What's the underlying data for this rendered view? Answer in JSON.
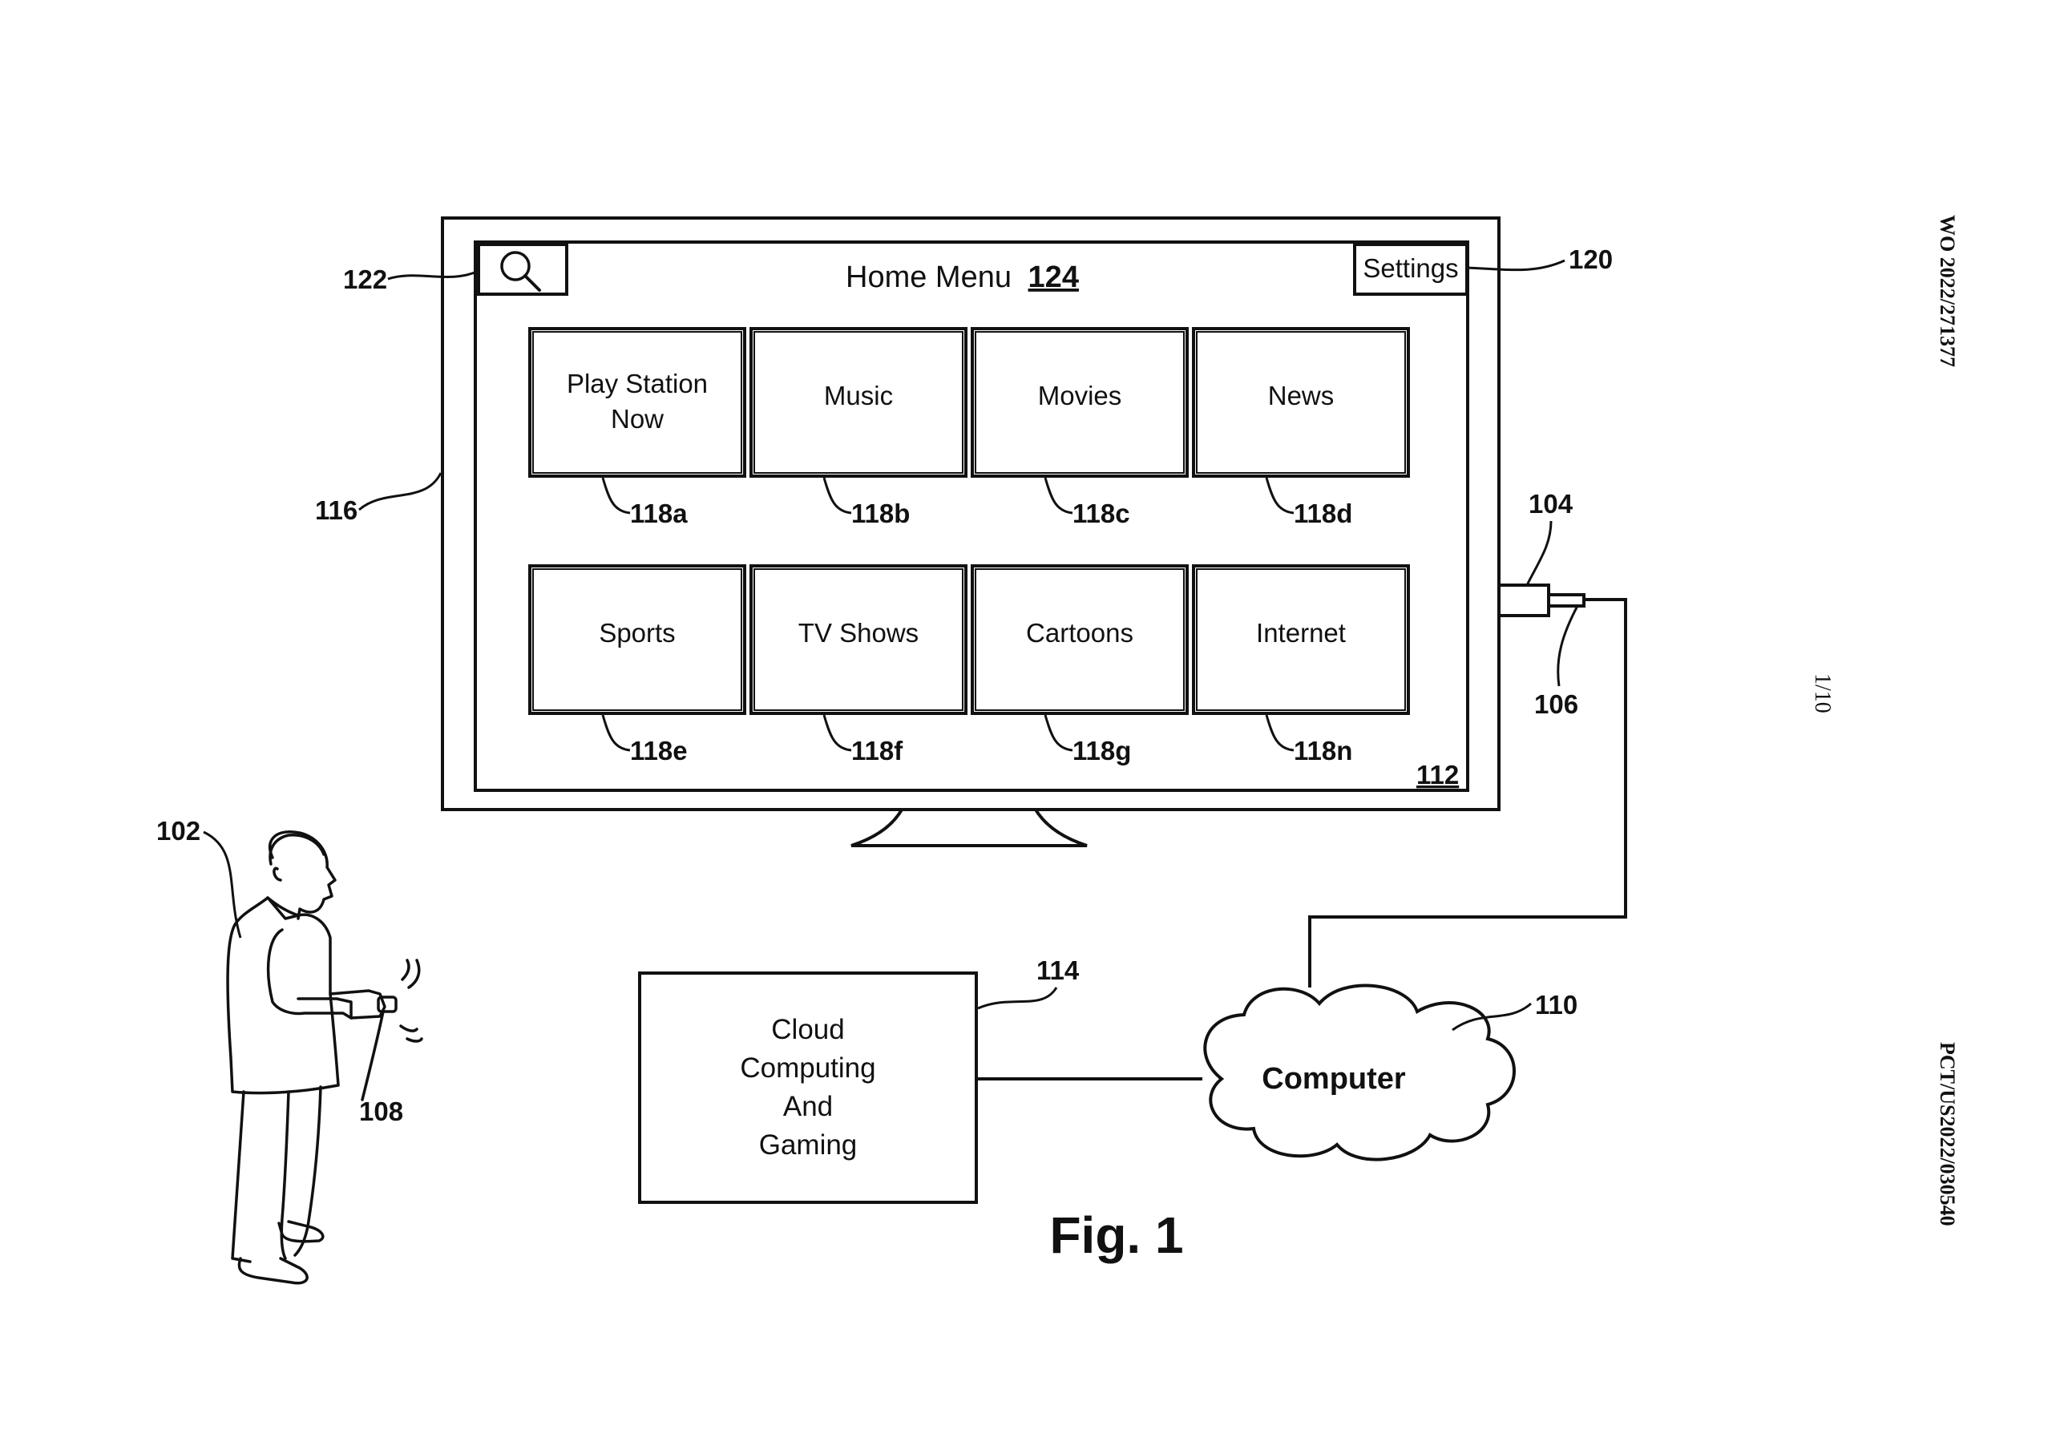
{
  "side_labels": {
    "publication_number": "WO 2022/271377",
    "page_number": "1/10",
    "application_number": "PCT/US2022/030540"
  },
  "screen": {
    "title": "Home Menu",
    "title_ref": "124",
    "settings_label": "Settings",
    "search_icon": "magnifier-icon",
    "screen_ref": "112",
    "tiles": [
      {
        "label_lines": [
          "Play Station",
          "Now"
        ],
        "ref": "118a"
      },
      {
        "label_lines": [
          "Music"
        ],
        "ref": "118b"
      },
      {
        "label_lines": [
          "Movies"
        ],
        "ref": "118c"
      },
      {
        "label_lines": [
          "News"
        ],
        "ref": "118d"
      },
      {
        "label_lines": [
          "Sports"
        ],
        "ref": "118e"
      },
      {
        "label_lines": [
          "TV Shows"
        ],
        "ref": "118f"
      },
      {
        "label_lines": [
          "Cartoons"
        ],
        "ref": "118g"
      },
      {
        "label_lines": [
          "Internet"
        ],
        "ref": "118n"
      }
    ]
  },
  "refs": {
    "display": "116",
    "search": "122",
    "settings": "120",
    "port": "104",
    "connector": "106",
    "user": "102",
    "controller": "108",
    "cloud_box": "114",
    "cloud": "110"
  },
  "cloud_box": {
    "lines": [
      "Cloud",
      "Computing",
      "And",
      "Gaming"
    ]
  },
  "cloud": {
    "label": "Computer"
  },
  "figure_label": "Fig. 1"
}
